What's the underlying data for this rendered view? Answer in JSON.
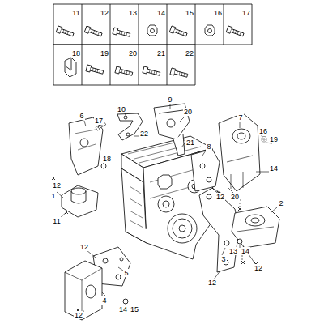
{
  "diagram": {
    "labels": [
      "11",
      "12",
      "13",
      "14",
      "15",
      "16",
      "17",
      "18",
      "19",
      "20",
      "21",
      "22",
      "9",
      "10",
      "6",
      "7",
      "20",
      "17",
      "16",
      "22",
      "19",
      "21",
      "8",
      "18",
      "14",
      "12",
      "12",
      "1",
      "20",
      "2",
      "11",
      "12",
      "13",
      "14",
      "3",
      "12",
      "5",
      "12",
      "4",
      "14",
      "15",
      "12"
    ]
  }
}
